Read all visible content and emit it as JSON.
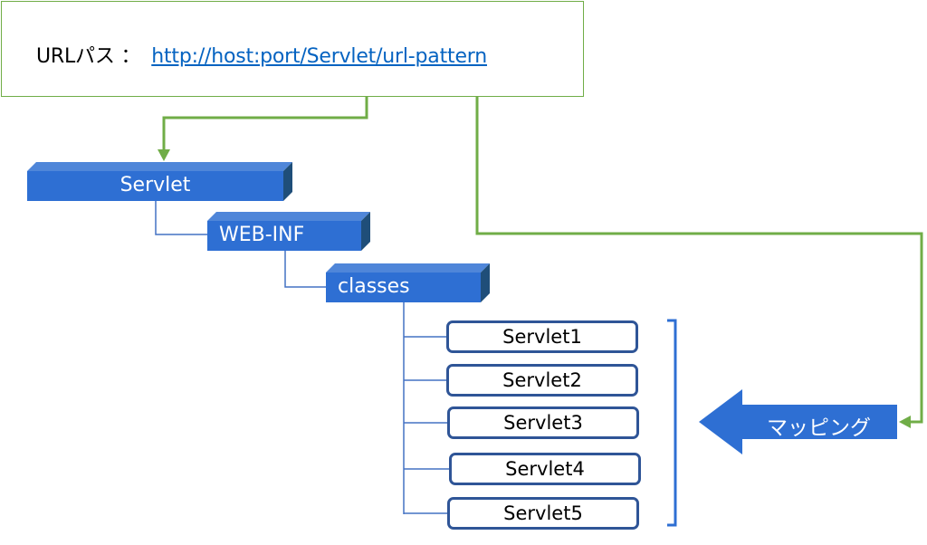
{
  "url_panel": {
    "label": "URLパス ：",
    "link": "http://host:port/Servlet/url-pattern"
  },
  "tree": {
    "root": "Servlet",
    "web_inf": "WEB-INF",
    "classes": "classes",
    "servlets": [
      "Servlet1",
      "Servlet2",
      "Servlet3",
      "Servlet4",
      "Servlet5"
    ]
  },
  "mapping_label": "マッピング",
  "colors": {
    "green": "#70ad47",
    "block_blue": "#2e6fd3",
    "block_side": "#1f4e79",
    "outline_blue": "#2f5597",
    "link_blue": "#0563c1"
  }
}
